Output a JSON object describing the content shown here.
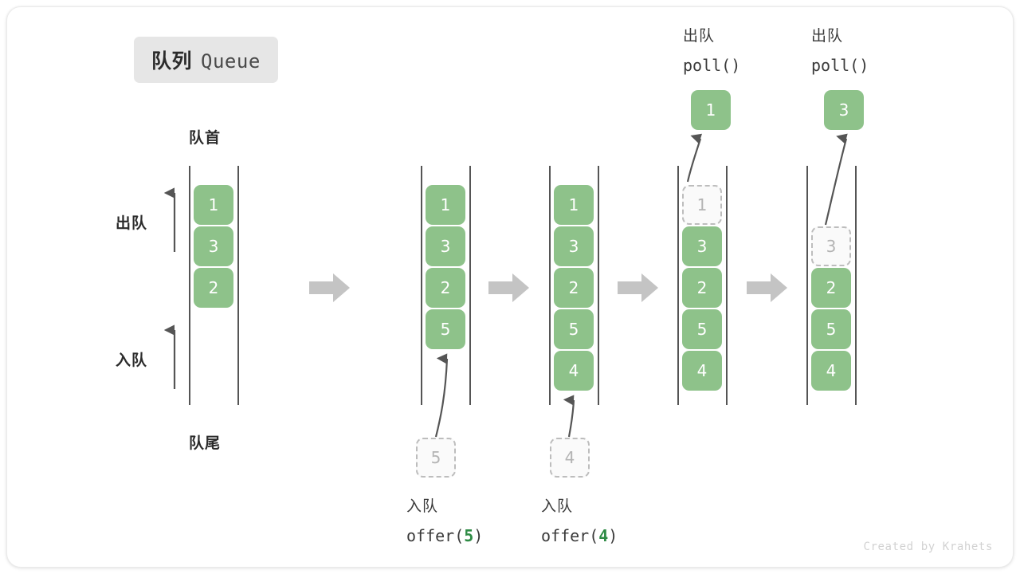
{
  "title": {
    "cn": "队列",
    "en": "Queue"
  },
  "legend": {
    "head_label": "队首",
    "tail_label": "队尾",
    "dequeue_label": "出队",
    "enqueue_label": "入队"
  },
  "colors": {
    "cell_fill": "#8ec28a",
    "cell_text": "#ffffff",
    "ghost_fill": "#fafafa",
    "ghost_border": "#bdbdbd",
    "ghost_text": "#b4b4b4",
    "rail": "#555555",
    "step_arrow": "#c4c4c4",
    "thin_arrow": "#555555",
    "badge_bg": "#e6e6e6",
    "accent_green": "#2e8b45"
  },
  "watermark": "Created by Krahets",
  "columns": [
    {
      "id": "initial",
      "cells": [
        {
          "value": "1",
          "state": "filled"
        },
        {
          "value": "3",
          "state": "filled"
        },
        {
          "value": "2",
          "state": "filled"
        }
      ]
    },
    {
      "id": "after-offer-5",
      "cells": [
        {
          "value": "1",
          "state": "filled"
        },
        {
          "value": "3",
          "state": "filled"
        },
        {
          "value": "2",
          "state": "filled"
        },
        {
          "value": "5",
          "state": "filled"
        }
      ],
      "incoming": {
        "value": "5"
      },
      "caption": {
        "cn": "入队",
        "code_prefix": "offer(",
        "arg": "5",
        "code_suffix": ")"
      }
    },
    {
      "id": "after-offer-4",
      "cells": [
        {
          "value": "1",
          "state": "filled"
        },
        {
          "value": "3",
          "state": "filled"
        },
        {
          "value": "2",
          "state": "filled"
        },
        {
          "value": "5",
          "state": "filled"
        },
        {
          "value": "4",
          "state": "filled"
        }
      ],
      "incoming": {
        "value": "4"
      },
      "caption": {
        "cn": "入队",
        "code_prefix": "offer(",
        "arg": "4",
        "code_suffix": ")"
      }
    },
    {
      "id": "poll-1",
      "cells": [
        {
          "value": "1",
          "state": "ghost"
        },
        {
          "value": "3",
          "state": "filled"
        },
        {
          "value": "2",
          "state": "filled"
        },
        {
          "value": "5",
          "state": "filled"
        },
        {
          "value": "4",
          "state": "filled"
        }
      ],
      "outgoing": {
        "value": "1"
      },
      "header": {
        "cn": "出队",
        "code": "poll()"
      }
    },
    {
      "id": "poll-3",
      "cells": [
        {
          "value": "3",
          "state": "ghost"
        },
        {
          "value": "2",
          "state": "filled"
        },
        {
          "value": "5",
          "state": "filled"
        },
        {
          "value": "4",
          "state": "filled"
        }
      ],
      "outgoing": {
        "value": "3"
      },
      "header": {
        "cn": "出队",
        "code": "poll()"
      }
    }
  ]
}
